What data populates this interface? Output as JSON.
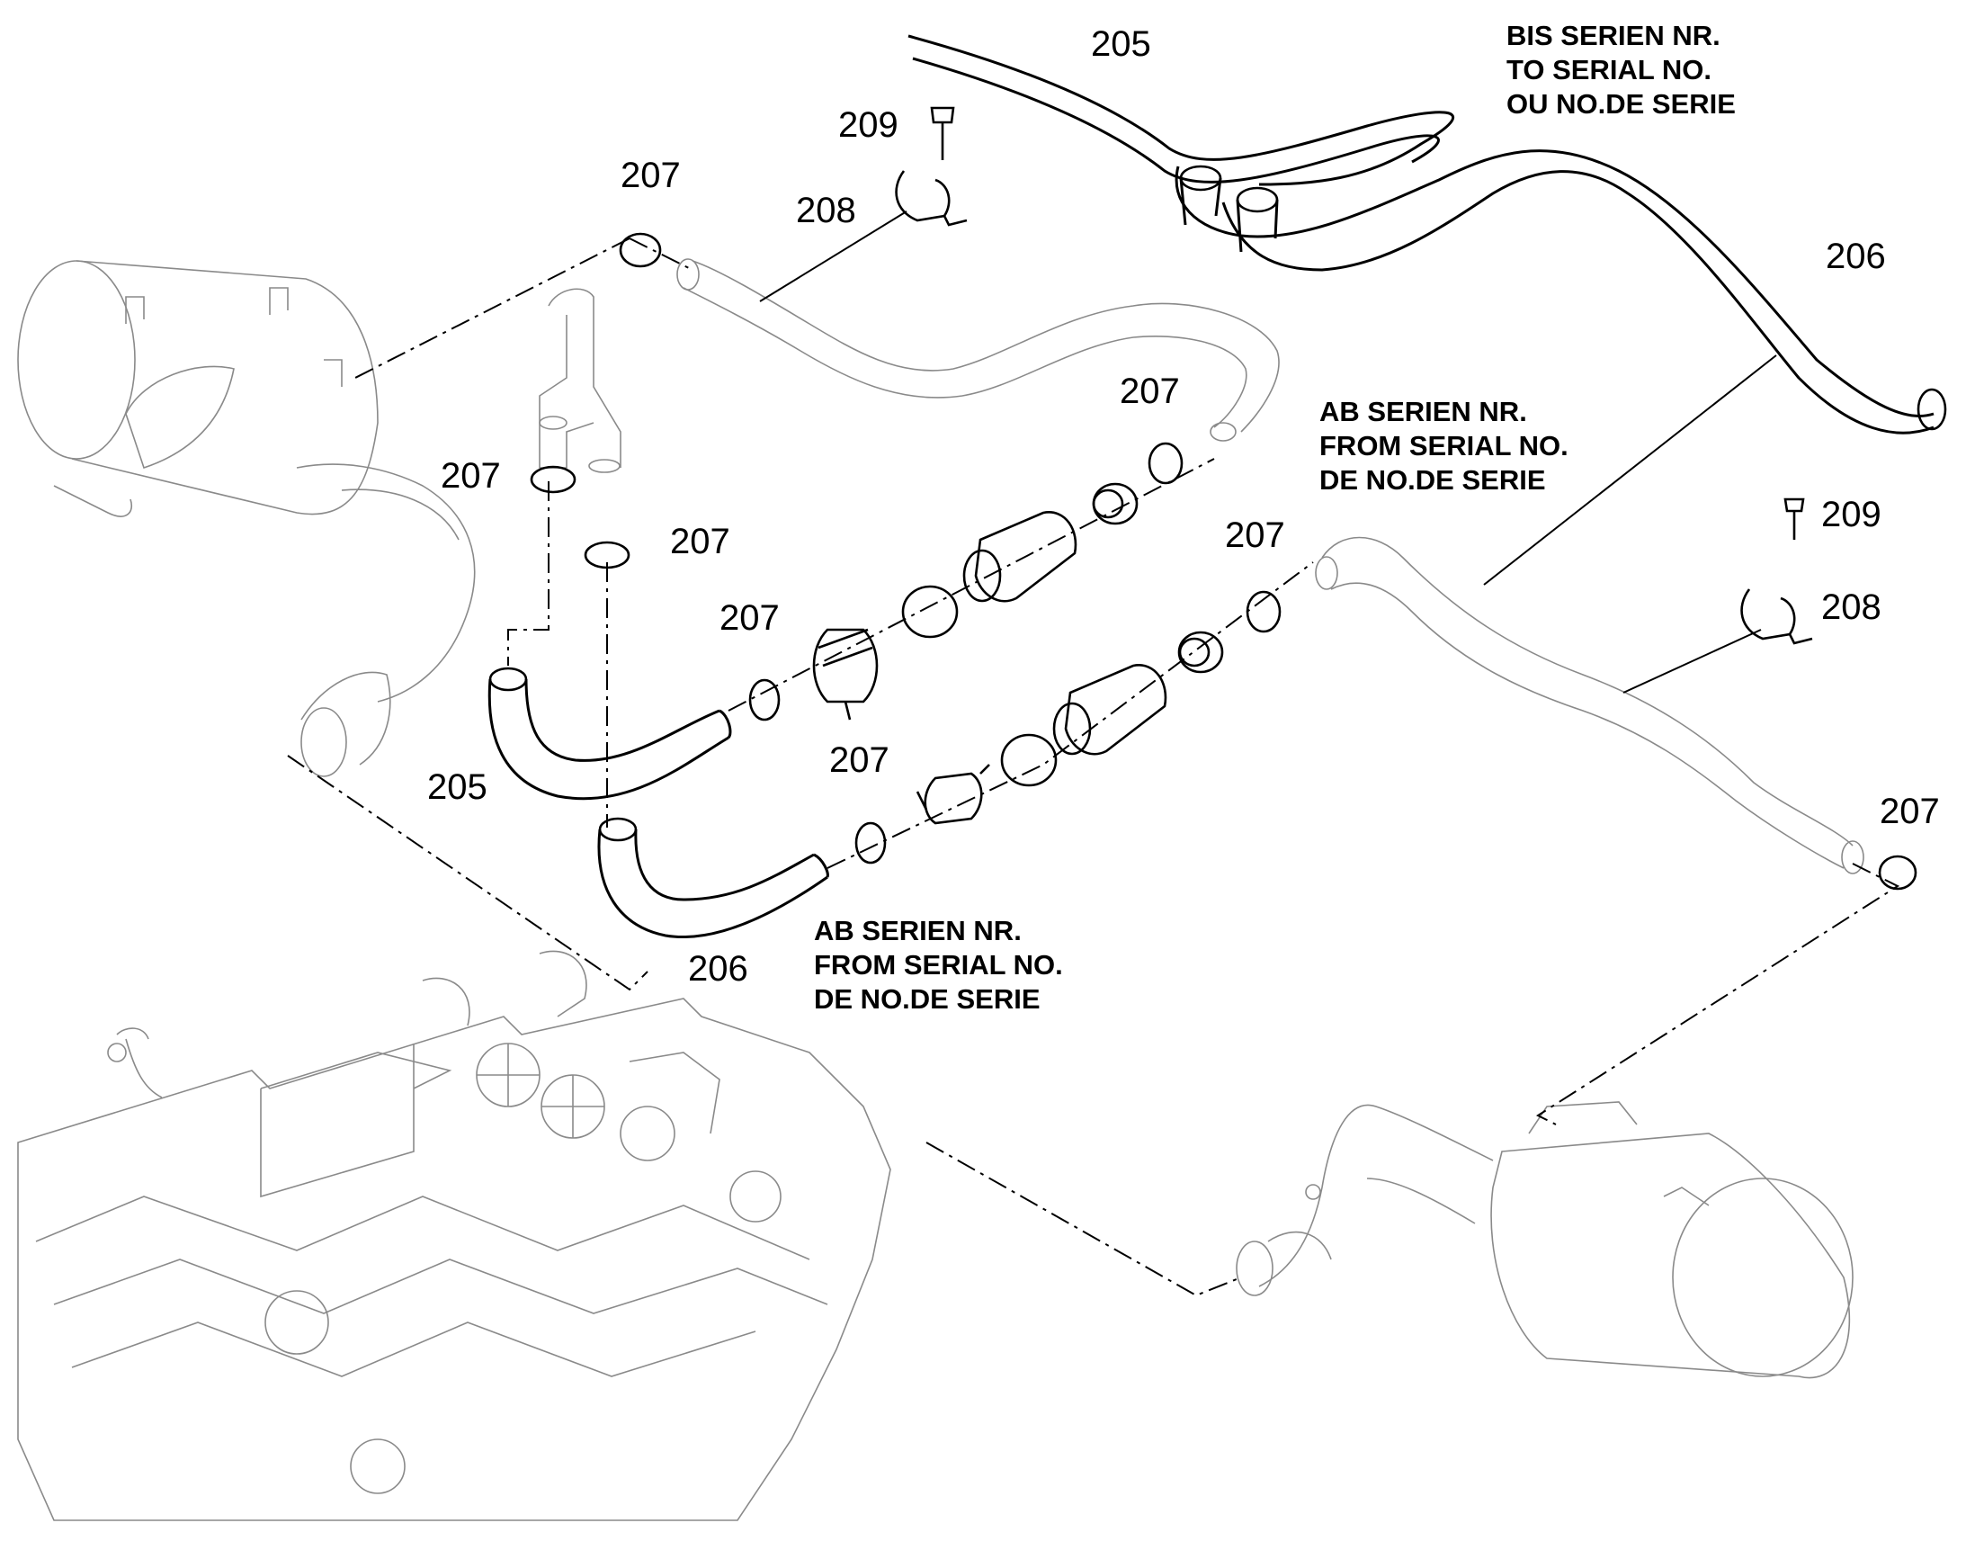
{
  "labels": {
    "hose_205_top": "205",
    "hose_205_left": "205",
    "hose_206_top": "206",
    "hose_206_left": "206",
    "bolt_209_top": "209",
    "bolt_209_right": "209",
    "bracket_208_top": "208",
    "bracket_208_right": "208",
    "clamp_207_a": "207",
    "clamp_207_b": "207",
    "clamp_207_c": "207",
    "clamp_207_d": "207",
    "clamp_207_e": "207",
    "clamp_207_f": "207",
    "clamp_207_g": "207",
    "clamp_207_h": "207"
  },
  "notes": {
    "bis_serien": [
      "BIS SERIEN NR.",
      "TO SERIAL NO.",
      "OU NO.DE SERIE"
    ],
    "ab_serien_right": [
      "AB SERIEN NR.",
      "FROM SERIAL NO.",
      "DE NO.DE SERIE"
    ],
    "ab_serien_bottom": [
      "AB SERIEN NR.",
      "FROM SERIAL NO.",
      "DE NO.DE SERIE"
    ]
  }
}
